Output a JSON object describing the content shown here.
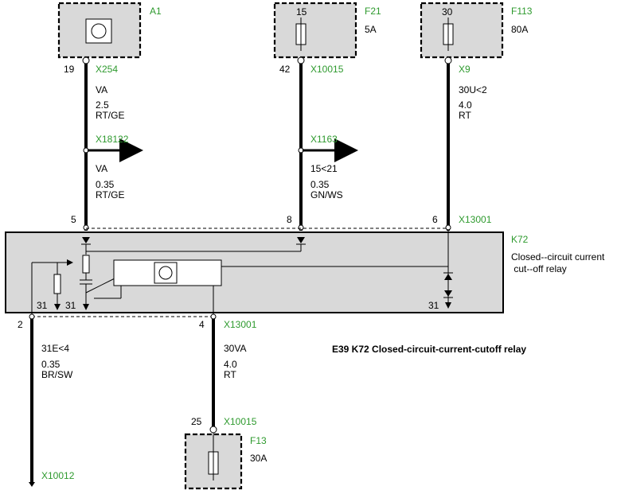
{
  "title": "E39 K72 Closed-circuit-current-cutoff relay",
  "components": {
    "a1": {
      "id": "A1"
    },
    "f21": {
      "id": "F21",
      "pin": "15",
      "rating": "5A"
    },
    "f113": {
      "id": "F113",
      "pin": "30",
      "rating": "80A"
    },
    "f13": {
      "id": "F13",
      "pin": "25",
      "rating": "30A"
    },
    "k72": {
      "id": "K72",
      "desc1": "Closed--circuit current",
      "desc2": " cut--off relay"
    }
  },
  "wires": {
    "w1_top": {
      "pin": "19",
      "connector": "X254",
      "signal": "VA",
      "size": "2.5",
      "color": "RT/GE"
    },
    "w1_bottom": {
      "pin": "5",
      "connector": "X18122",
      "signal": "VA",
      "size": "0.35",
      "color": "RT/GE"
    },
    "w2_top": {
      "pin": "42",
      "connector": "X10015"
    },
    "w2_bottom": {
      "pin": "8",
      "connector": "X1163",
      "signal": "15<21",
      "size": "0.35",
      "color": "GN/WS"
    },
    "w3": {
      "pin": "6",
      "connector_top": "X9",
      "connector_bottom": "X13001",
      "signal": "30U<2",
      "size": "4.0",
      "color": "RT"
    },
    "w4": {
      "pin": "2",
      "connector": "X10012",
      "signal": "31E<4",
      "size": "0.35",
      "color": "BR/SW"
    },
    "w5": {
      "pin": "4",
      "connector": "X13001",
      "signal": "30VA",
      "size": "4.0",
      "color": "RT"
    }
  },
  "ground_labels": {
    "g1": "31",
    "g2": "31",
    "g3": "31"
  }
}
